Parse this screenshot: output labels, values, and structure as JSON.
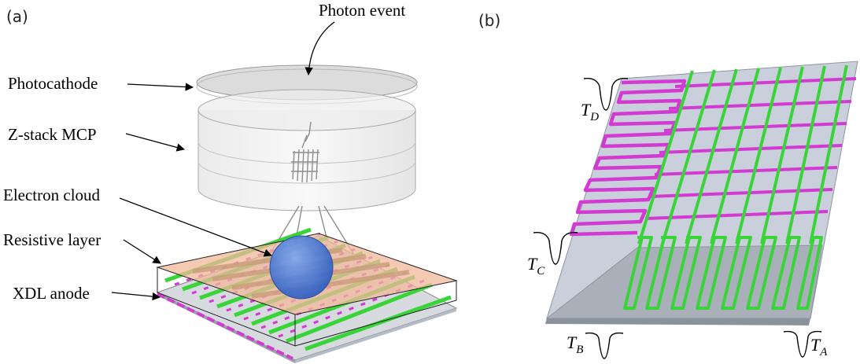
{
  "panel_a": {
    "label": "(a)",
    "callouts": {
      "photon_event": "Photon event",
      "photocathode": "Photocathode",
      "z_stack_mcp": "Z-stack MCP",
      "electron_cloud": "Electron cloud",
      "resistive_layer": "Resistive layer",
      "xdl_anode": "XDL anode"
    }
  },
  "panel_b": {
    "label": "(b)",
    "terminals": [
      {
        "main": "T",
        "sub": "D"
      },
      {
        "main": "T",
        "sub": "C"
      },
      {
        "main": "T",
        "sub": "B"
      },
      {
        "main": "T",
        "sub": "A"
      }
    ]
  },
  "colors": {
    "green_trace": "#3ad43a",
    "magenta_trace": "#d23ad2",
    "resistive_fill": "#f2b89a",
    "electron_cloud": "#3a6fd8",
    "substrate": "#a9b2bc"
  }
}
